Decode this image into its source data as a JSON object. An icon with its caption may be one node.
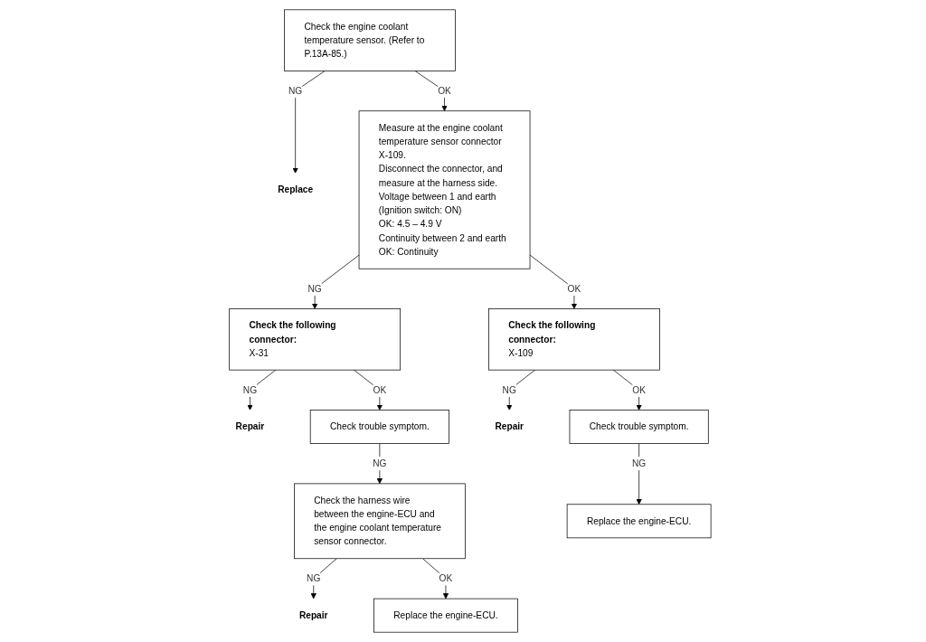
{
  "diagram": {
    "nodes": [
      {
        "text": [
          "Check the engine coolant temperature sensor. (Refer to P.13A-85.)"
        ]
      },
      {
        "text": [
          "Replace"
        ]
      },
      {
        "text": [
          "Measure at the engine coolant temperature sensor connector X-109.",
          "Disconnect the connector, and measure at the harness side.",
          "Voltage between 1 and earth (Ignition switch: ON)",
          "OK: 4.5 – 4.9 V",
          "Continuity between 2 and earth",
          "OK: Continuity"
        ]
      },
      {
        "text": [
          "Check the following connector:",
          "X-31"
        ]
      },
      {
        "text": [
          "Repair"
        ]
      },
      {
        "text": [
          "Check trouble symptom."
        ]
      },
      {
        "text": [
          "Check the harness wire between the engine-ECU and the engine coolant temperature sensor connector."
        ]
      },
      {
        "text": [
          "Repair"
        ]
      },
      {
        "text": [
          "Replace the engine-ECU."
        ]
      },
      {
        "text": [
          "Check the following connector:",
          "X-109"
        ]
      },
      {
        "text": [
          "Repair"
        ]
      },
      {
        "text": [
          "Check trouble symptom."
        ]
      },
      {
        "text": [
          "Replace the engine-ECU."
        ]
      }
    ],
    "edges": [
      {
        "from": 0,
        "to": 1,
        "arrow": "to",
        "label": "NG"
      },
      {
        "from": 0,
        "to": 2,
        "arrow": "to",
        "label": "OK"
      },
      {
        "from": 2,
        "to": 3,
        "arrow": "to",
        "label": "NG"
      },
      {
        "from": 3,
        "to": 4,
        "arrow": "to",
        "label": "NG"
      },
      {
        "from": 3,
        "to": 5,
        "arrow": "to",
        "label": "OK"
      },
      {
        "from": 5,
        "to": 6,
        "arrow": "to",
        "label": "NG"
      },
      {
        "from": 6,
        "to": 7,
        "arrow": "to",
        "label": "NG"
      },
      {
        "from": 6,
        "to": 8,
        "arrow": "to",
        "label": "OK"
      },
      {
        "from": 2,
        "to": 9,
        "arrow": "to",
        "label": "OK"
      },
      {
        "from": 9,
        "to": 10,
        "arrow": "to",
        "label": "NG"
      },
      {
        "from": 9,
        "to": 11,
        "arrow": "to",
        "label": "OK"
      },
      {
        "from": 11,
        "to": 12,
        "arrow": "to",
        "label": "NG"
      }
    ]
  }
}
